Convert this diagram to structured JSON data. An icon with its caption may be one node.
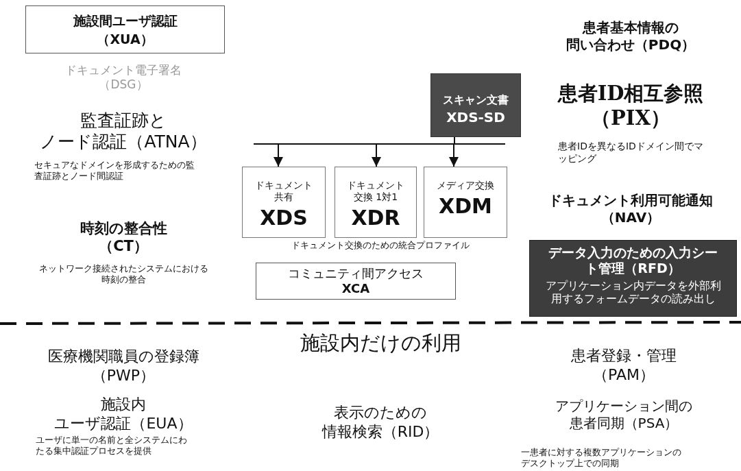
{
  "diagram": {
    "nodes": [
      {
        "text": [
          "施設間ユーザ認証",
          "（XUA）"
        ]
      },
      {
        "text": [
          "スキャン文書",
          "XDS-SD"
        ]
      },
      {
        "text": [
          "ドキュメント共有",
          "XDS"
        ]
      },
      {
        "text": [
          "ドキュメント交換 1対1",
          "XDR"
        ]
      },
      {
        "text": [
          "メディア交換",
          "XDM"
        ]
      },
      {
        "text": [
          "コミュニティ間アクセス",
          "XCA"
        ]
      },
      {
        "text": [
          "データ入力のための入力シート管理（RFD）",
          "アプリケーション内データを外部利用するフォームデータの読み出し"
        ]
      }
    ],
    "edges": [
      {
        "from": 1,
        "to": 2,
        "arrow": "to"
      },
      {
        "from": 1,
        "to": 3,
        "arrow": "to"
      },
      {
        "from": 1,
        "to": 4,
        "arrow": "to"
      }
    ],
    "labels": [
      "ドキュメント電子署名（DSG）",
      "患者基本情報の問い合わせ（PDQ）",
      "監査証跡とノード認証（ATNA）",
      "患者ID相互参照（PIX）",
      "患者IDを異なるIDドメイン間でマッピング",
      "セキュアなドメインを形成するための監査証跡とノード間認証",
      "ドキュメント利用可能通知（NAV）",
      "時刻の整合性（CT）",
      "ドキュメント交換のための統合プロファイル",
      "ネットワーク接続されたシステムにおける時刻の整合",
      "施設内だけの利用",
      "医療機関職員の登録簿（PWP）",
      "患者登録・管理（PAM）",
      "施設内ユーザ認証（EUA）",
      "表示のための情報検索（RID）",
      "アプリケーション間の患者同期（PSA）",
      "ユーザに単一の名前と全システムにわたる集中認証プロセスを提供",
      "一患者に対する複数アプリケーションのデスクトップ上での同期"
    ]
  }
}
